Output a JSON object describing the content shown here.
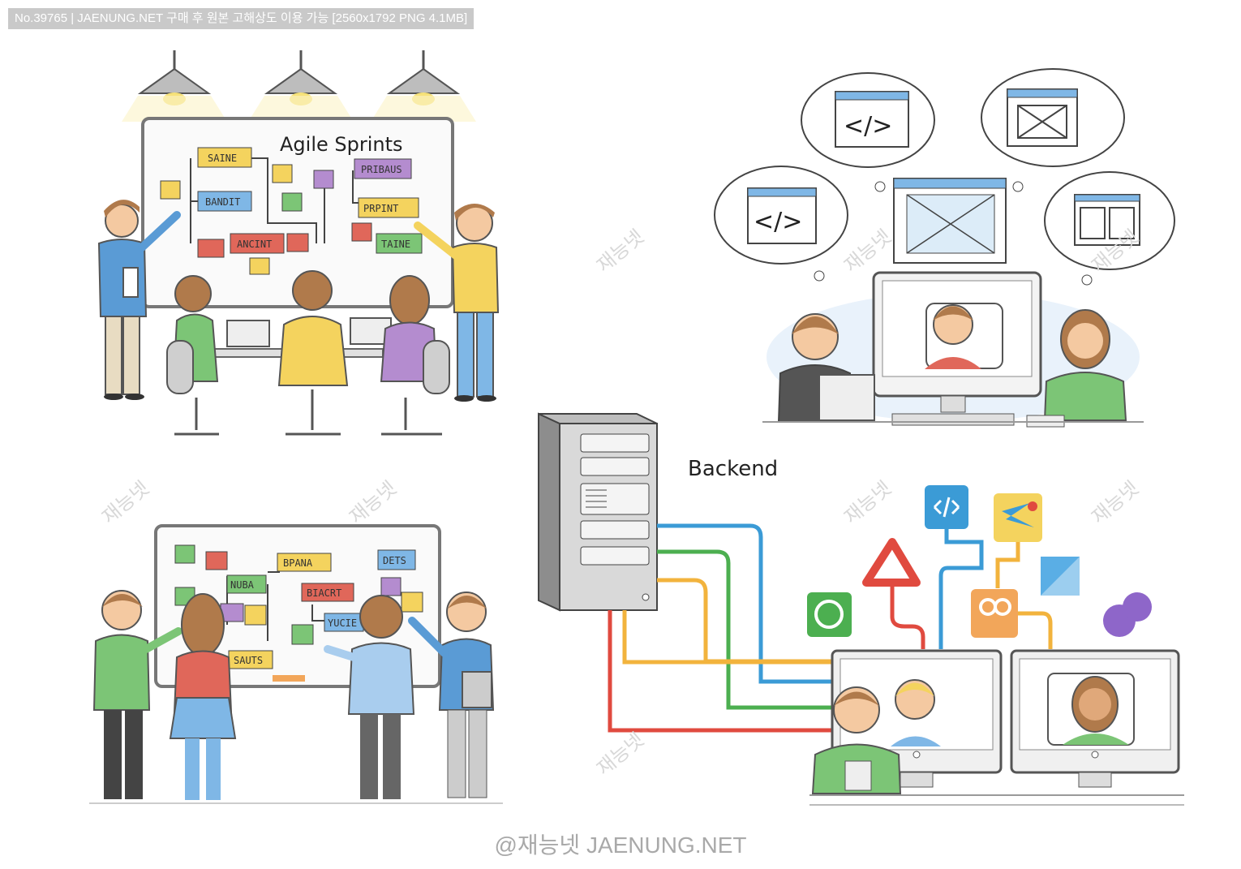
{
  "banner": "No.39765 | JAENUNG.NET 구매 후 원본 고해상도 이용 가능 [2560x1792 PNG 4.1MB]",
  "footer_watermark": "@재능넷 JAENUNG.NET",
  "tile_watermark": "재능넷",
  "agile_board": {
    "title": "Agile Sprints",
    "notes": [
      "SAINE",
      "BANDIT",
      "ANCINT",
      "PRIBAUS",
      "PRPINT",
      "TAINE"
    ]
  },
  "wall_board": {
    "notes": [
      "BPANA",
      "DETS",
      "NUBA",
      "BIACRT",
      "YUCIE",
      "SAUTS"
    ]
  },
  "wireframe_bubbles": [
    "</>",
    "</>"
  ],
  "backend": {
    "label": "Backend",
    "cable_colors": [
      "#3b9bd6",
      "#4caf50",
      "#f2b33d",
      "#e04a3f"
    ]
  },
  "colors": {
    "blue": "#5a9bd5",
    "yellow": "#f4d35e",
    "green": "#7cc576",
    "purple": "#b48ccf",
    "red": "#e0675a",
    "skin": "#f4c9a1",
    "hair": "#b07a4b"
  }
}
